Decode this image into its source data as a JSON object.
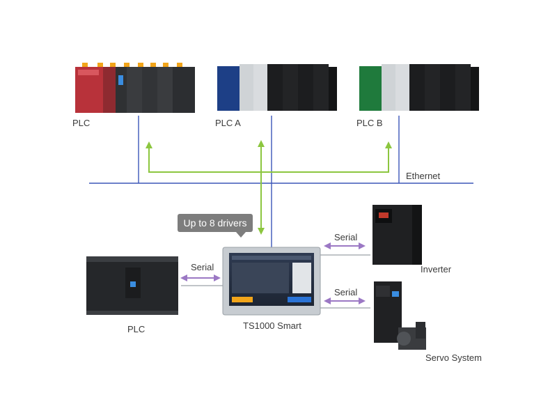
{
  "labels": {
    "plc_top": "PLC",
    "plc_a": "PLC A",
    "plc_b": "PLC B",
    "ethernet": "Ethernet",
    "callout": "Up to 8 drivers",
    "serial_left": "Serial",
    "serial_top_right": "Serial",
    "serial_bottom_right": "Serial",
    "inverter": "Inverter",
    "plc_bottom": "PLC",
    "hmi": "TS1000 Smart",
    "servo": "Servo System"
  },
  "colors": {
    "network_line": "#3b56b8",
    "ethernet_arrow": "#8cc63f",
    "serial_arrow": "#9b78c4",
    "connector": "#9aa0a6",
    "label_text": "#3a3a3a",
    "callout_bg": "#7d7d7d"
  }
}
